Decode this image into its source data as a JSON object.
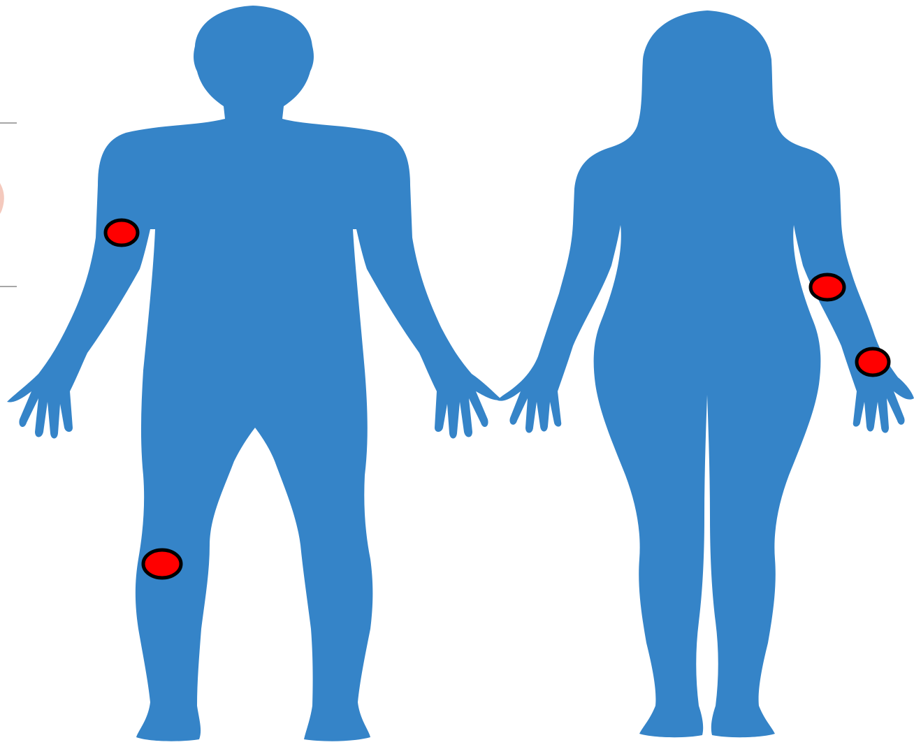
{
  "colors": {
    "silhouette": "#3584c8",
    "marker_fill": "#ff0000",
    "marker_stroke": "#000000",
    "background": "#ffffff"
  },
  "figures": [
    {
      "id": "male",
      "markers": [
        {
          "location": "right-upper-arm"
        },
        {
          "location": "right-knee"
        }
      ]
    },
    {
      "id": "female",
      "markers": [
        {
          "location": "left-forearm"
        },
        {
          "location": "left-wrist"
        }
      ]
    }
  ]
}
